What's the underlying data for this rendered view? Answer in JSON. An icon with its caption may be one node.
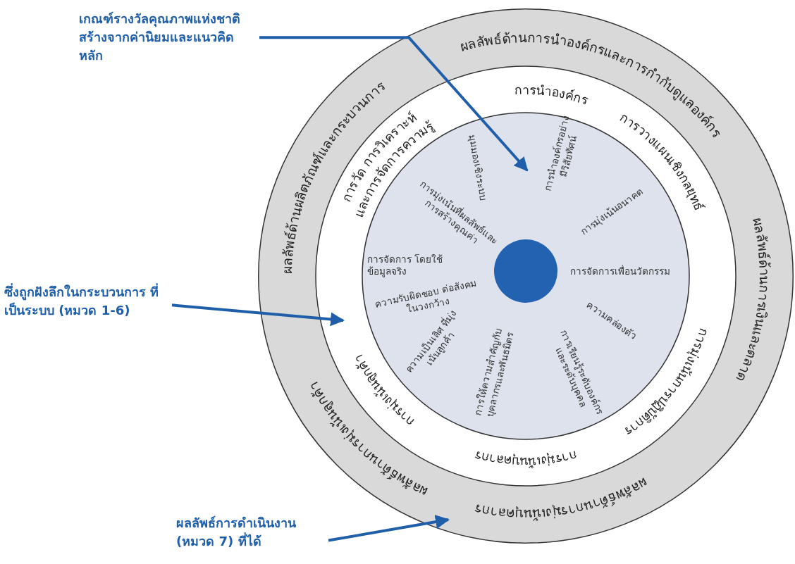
{
  "diagram": {
    "nodes": [
      {
        "text": [
          "เกณฑ์รางวัลคุณภาพแห่งชาติ สร้างจากค่านิยมและแนวคิดหลัก"
        ]
      },
      {
        "text": [
          "ซึ่งถูกฝังลึกในกระบวนการ ที่เป็นระบบ (หมวด 1-6)"
        ]
      },
      {
        "text": [
          "ผลลัพธ์การดำเนินงาน (หมวด 7) ที่ได้"
        ]
      }
    ],
    "edges": [
      {
        "from": 0,
        "to": null,
        "arrow": "to"
      },
      {
        "from": 1,
        "to": null,
        "arrow": "to"
      },
      {
        "from": 2,
        "to": null,
        "arrow": "to"
      }
    ],
    "labels": [
      "ผลลัพธ์ด้านการนำองค์กรและการกำกับดูแลองค์กร",
      "การนำองค์กร",
      "ผลลัพธ์ด้านผลิตภัณฑ์และกระบวนการ",
      "การวัด การวิเคราะห์ และการจัดการความรู้",
      "มุมมองเชิงระบบ",
      "การนำองค์กรอย่าง มีวิสัยทัศน์",
      "การวางแผนเชิงกลยุทธ์",
      "การมุ่งเน้นที่ผลลัพธ์และ การสร้างคุณค่า",
      "การมุ่งเน้นอนาคต",
      "การจัดการ โดยใช้ข้อมูลจริง",
      "การจัดการเพื่อนวัตกรรม",
      "ความรับผิดชอบ ต่อสังคมในวงกว้าง",
      "ผลลัพธ์ด้านการเงินและตลาด",
      "ความคล่องตัว",
      "ความเป็นเลิศ ที่มุ่งเน้นลูกค้า",
      "การมุ่งเน้นลูกค้า",
      "การให้ความสำคัญกับ บุคลากรและพันธมิตร",
      "การเรียนรู้ระดับองค์กร และระดับบุคคล",
      "การมุ่งเน้นการปฏิบัติการ",
      "ผลลัพธ์ด้านการมุ่งเน้นลูกค้า",
      "การมุ่งเน้นบุคลากร",
      "ผลลัพธ์ด้านการมุ่งเน้นบุคลากร"
    ]
  }
}
